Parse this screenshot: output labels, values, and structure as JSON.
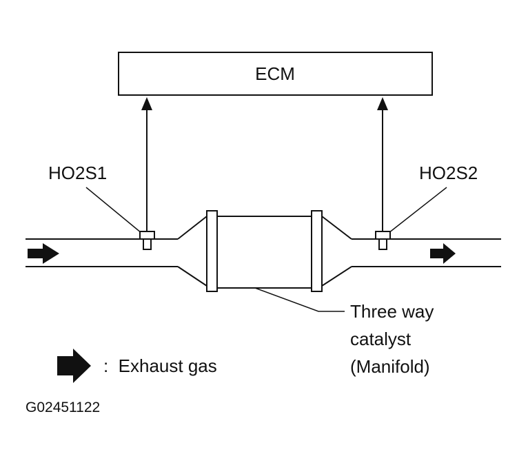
{
  "ecm": {
    "label": "ECM"
  },
  "sensors": {
    "upstream": "HO2S1",
    "downstream": "HO2S2"
  },
  "catalyst": {
    "line1": "Three way",
    "line2": "catalyst",
    "line3": "(Manifold)"
  },
  "legend": {
    "text": ":  Exhaust gas",
    "icon": "flow-arrow-icon"
  },
  "figure_id": "G02451122",
  "colors": {
    "ink": "#111111",
    "background": "#ffffff"
  }
}
